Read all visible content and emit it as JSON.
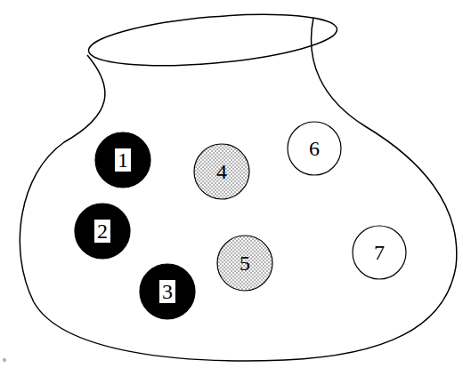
{
  "diagram": {
    "nodes": [
      {
        "text": [
          "1"
        ]
      },
      {
        "text": [
          "2"
        ]
      },
      {
        "text": [
          "3"
        ]
      },
      {
        "text": [
          "4"
        ]
      },
      {
        "text": [
          "5"
        ]
      },
      {
        "text": [
          "6"
        ]
      },
      {
        "text": [
          "7"
        ]
      }
    ],
    "labels": [
      "。"
    ]
  }
}
